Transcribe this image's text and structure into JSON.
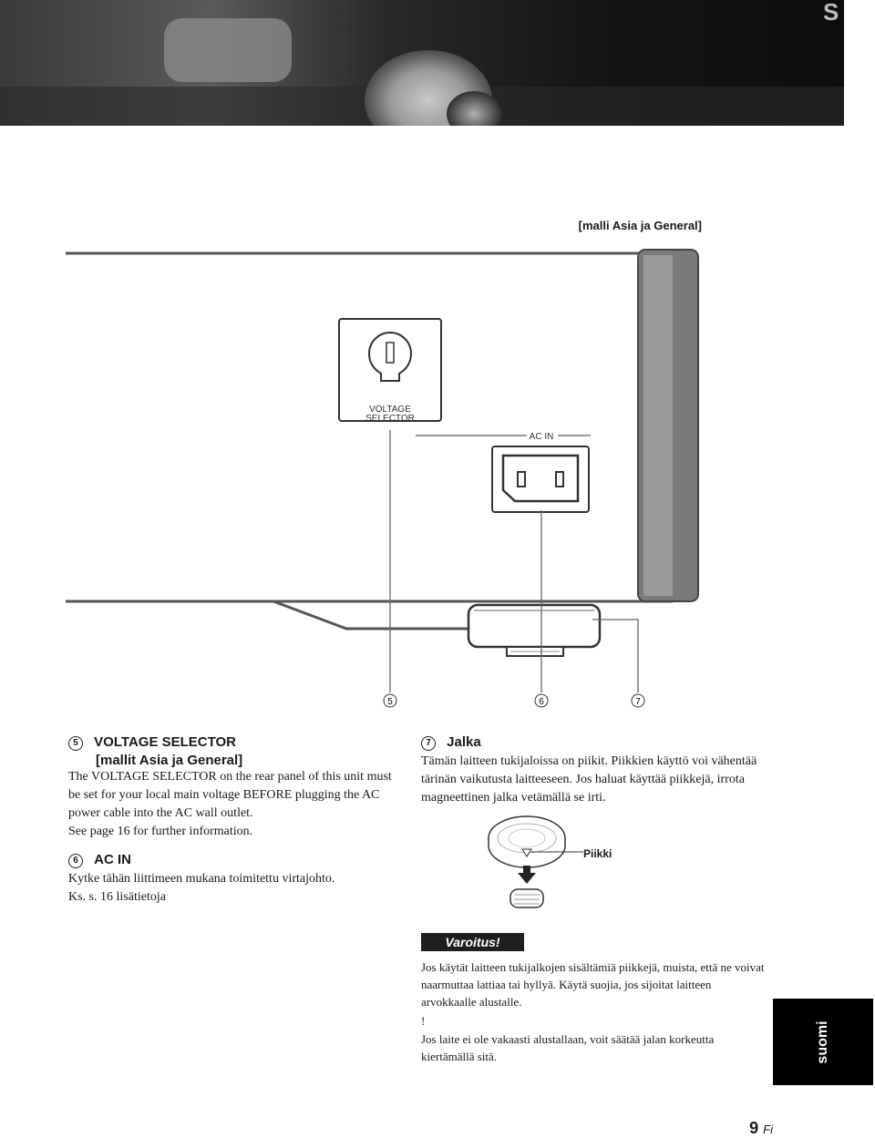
{
  "header": {
    "model_label": "[malli Asia ja General]"
  },
  "diagram": {
    "voltage_selector_label": [
      "VOLTAGE",
      "SELECTOR"
    ],
    "ac_in_label": "AC IN",
    "callouts": [
      "5",
      "6",
      "7"
    ],
    "spike_label": "Piikki"
  },
  "left": {
    "item5": {
      "num": "5",
      "title": "VOLTAGE SELECTOR",
      "subtitle": "[mallit Asia ja General]",
      "text": "The VOLTAGE SELECTOR on the rear panel of this unit must be set for your local main voltage BEFORE plugging the AC power cable into the AC wall outlet.",
      "text2": "See page 16 for further information."
    },
    "item6": {
      "num": "6",
      "title": "AC IN",
      "text": "Kytke tähän liittimeen mukana toimitettu virtajohto.",
      "text2": "Ks. s. 16 lisätietoja"
    }
  },
  "right": {
    "item7": {
      "num": "7",
      "title": "Jalka",
      "text": "Tämän laitteen tukijaloissa on piikit. Piikkien käyttö voi vähentää tärinän vaikutusta laitteeseen. Jos haluat käyttää piikkejä, irrota magneettinen jalka vetämällä se irti."
    },
    "warning_title": "Varoitus!",
    "warning_text": "Jos käytät laitteen tukijalkojen sisältämiä piikkejä, muista, että ne voivat naarmuttaa lattiaa tai hyllyä. Käytä suojia, jos sijoitat laitteen arvokkaalle alustalle.",
    "note_mark": "!",
    "note_text": "Jos laite ei ole vakaasti alustallaan, voit säätää jalan korkeutta kiertämällä sitä."
  },
  "side_tab": "suomi",
  "footer": {
    "page_number": "9",
    "lang_code": "Fi"
  }
}
